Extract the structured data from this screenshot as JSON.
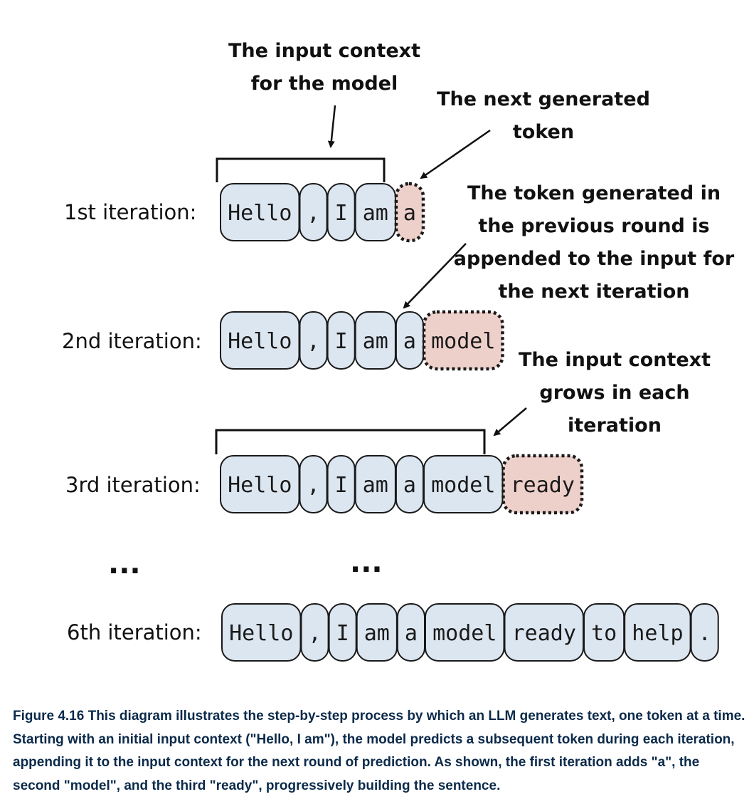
{
  "colors": {
    "token_fill": "#dce6f1",
    "new_token_fill": "#eed0cb",
    "stroke": "#1a1a1a",
    "caption": "#0b2a4a"
  },
  "rows": [
    {
      "label": "1st iteration:",
      "tokens": [
        "Hello",
        ",",
        "I",
        "am"
      ],
      "new_token": "a"
    },
    {
      "label": "2nd iteration:",
      "tokens": [
        "Hello",
        ",",
        "I",
        "am",
        "a"
      ],
      "new_token": "model"
    },
    {
      "label": "3rd iteration:",
      "tokens": [
        "Hello",
        ",",
        "I",
        "am",
        "a",
        "model"
      ],
      "new_token": "ready"
    },
    {
      "label": "6th iteration:",
      "tokens": [
        "Hello",
        ",",
        "I",
        "am",
        "a",
        "model",
        "ready",
        "to",
        "help",
        "."
      ],
      "new_token": null
    }
  ],
  "ellipsis": "...",
  "annotations": {
    "input_context": [
      "The input context",
      "for the model"
    ],
    "next_token": [
      "The next generated",
      "token"
    ],
    "appended": [
      "The token generated in",
      "the previous round is",
      "appended to the input for",
      "the next iteration"
    ],
    "grows": [
      "The input context",
      "grows in each",
      "iteration"
    ]
  },
  "caption": "Figure 4.16 This diagram illustrates the step-by-step process by which an LLM generates text, one token at a time. Starting with an initial input context (\"Hello, I am\"), the model predicts a subsequent token during each iteration, appending it to the input context for the next round of prediction. As shown, the first iteration adds \"a\", the second \"model\", and the third \"ready\", progressively building the sentence."
}
